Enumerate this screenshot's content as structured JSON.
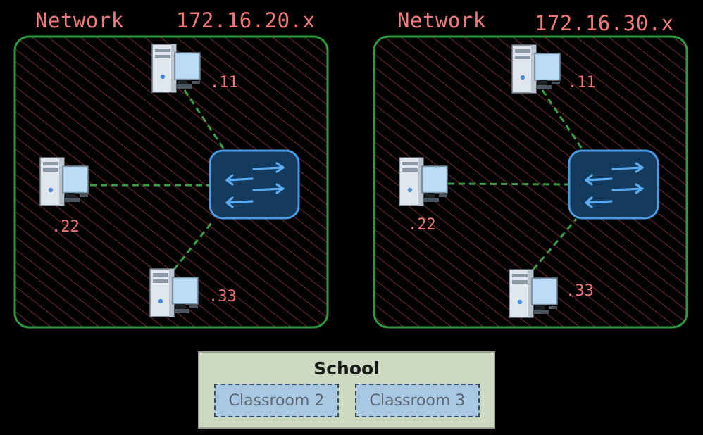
{
  "networks": [
    {
      "title": "Network",
      "subnet": "172.16.20.x",
      "hosts": [
        ".11",
        ".22",
        ".33"
      ]
    },
    {
      "title": "Network",
      "subnet": "172.16.30.x",
      "hosts": [
        ".11",
        ".22",
        ".33"
      ]
    }
  ],
  "school": {
    "title": "School",
    "classrooms": [
      "Classroom 2",
      "Classroom 3"
    ]
  },
  "colors": {
    "background": "#000000",
    "network_border": "#2e9a3e",
    "hatch": "#7a2a2a",
    "link_dash": "#3aa044",
    "label": "#f07878",
    "switch_fill": "#143a5e",
    "switch_border": "#4a9ae6",
    "switch_arrows": "#5aaaf0",
    "school_fill": "#cdd8c0",
    "classroom_fill": "#a9c8e3"
  },
  "icons": [
    "desktop-computer-icon",
    "network-switch-icon"
  ]
}
